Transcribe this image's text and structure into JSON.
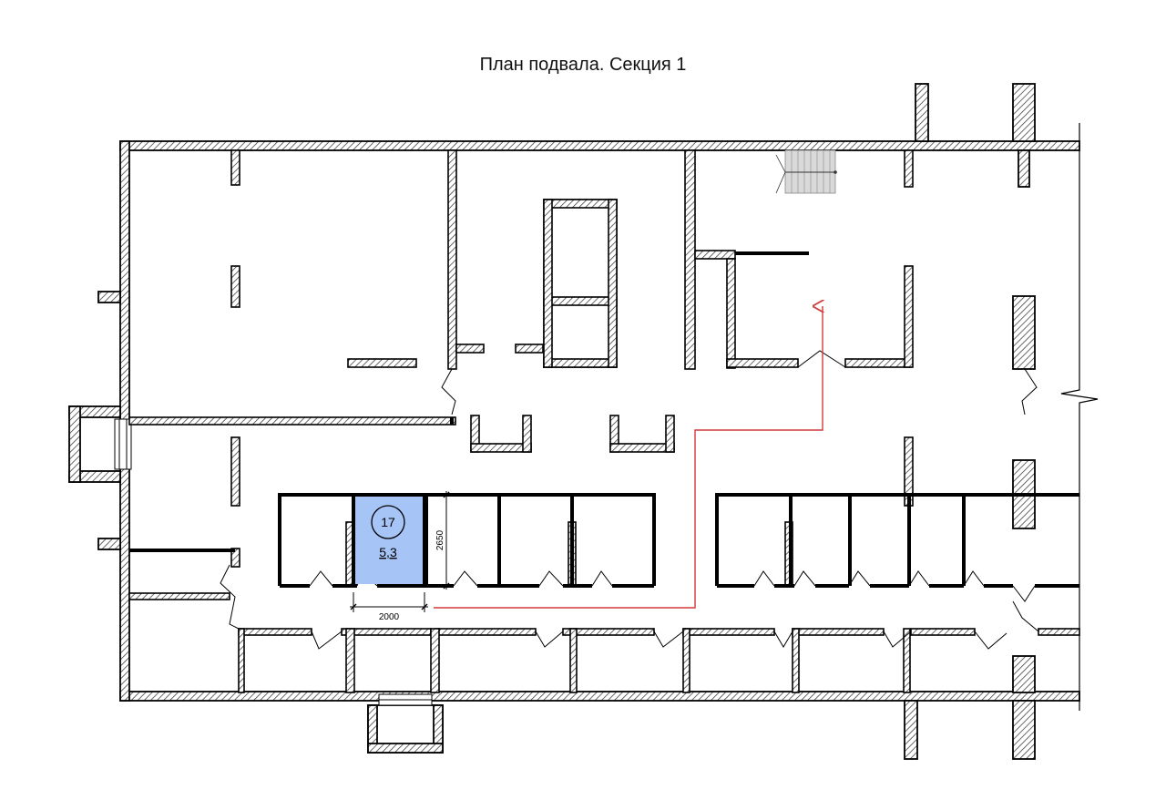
{
  "title": "План подвала. Секция 1",
  "unit": {
    "number": "17",
    "area": "5,3",
    "width_mm": "2000",
    "depth_mm": "2650"
  },
  "colors": {
    "wall_hatch": "#555555",
    "highlight": "#a6c4f6",
    "route": "#d23a3a",
    "stair": "#d9d9d9"
  },
  "icons": {
    "route_arrow": "arrow-up-icon",
    "stairs": "staircase-icon"
  }
}
